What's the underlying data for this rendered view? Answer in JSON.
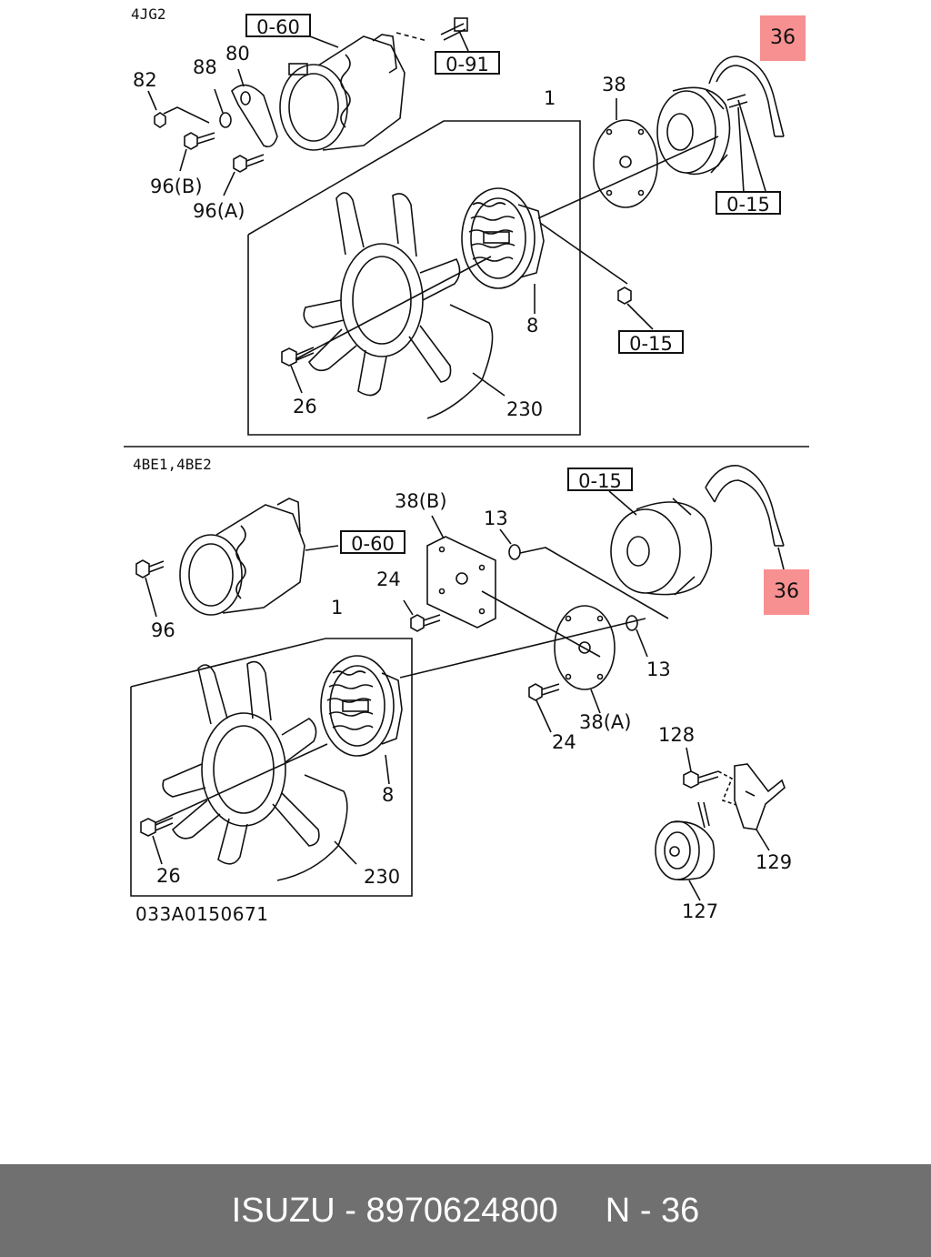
{
  "diagram": {
    "sections": [
      {
        "title": "4JG2",
        "labels": {
          "l82": "82",
          "l88": "88",
          "l80": "80",
          "l1": "1",
          "l38": "38",
          "l96b": "96(B)",
          "l96a": "96(A)",
          "l8": "8",
          "l26": "26",
          "l230": "230"
        },
        "refs": {
          "r060": "0-60",
          "r091": "0-91",
          "r015a": "0-15",
          "r015b": "0-15"
        },
        "highlight": "36"
      },
      {
        "title": "4BE1,4BE2",
        "labels": {
          "l38b": "38(B)",
          "l13a": "13",
          "l24a": "24",
          "l96": "96",
          "l1": "1",
          "l13b": "13",
          "l24b": "24",
          "l38a": "38(A)",
          "l128": "128",
          "l8": "8",
          "l129": "129",
          "l26": "26",
          "l230": "230",
          "l127": "127"
        },
        "refs": {
          "r015": "0-15",
          "r060": "0-60"
        },
        "highlight": "36"
      }
    ],
    "drawing_code": "033A0150671",
    "highlight_color": "#f79090"
  },
  "footer": {
    "brand": "ISUZU",
    "sep1": "-",
    "part_number": "8970624800",
    "page_prefix": "N",
    "sep2": "-",
    "page_number": "36",
    "background": "#707070"
  }
}
